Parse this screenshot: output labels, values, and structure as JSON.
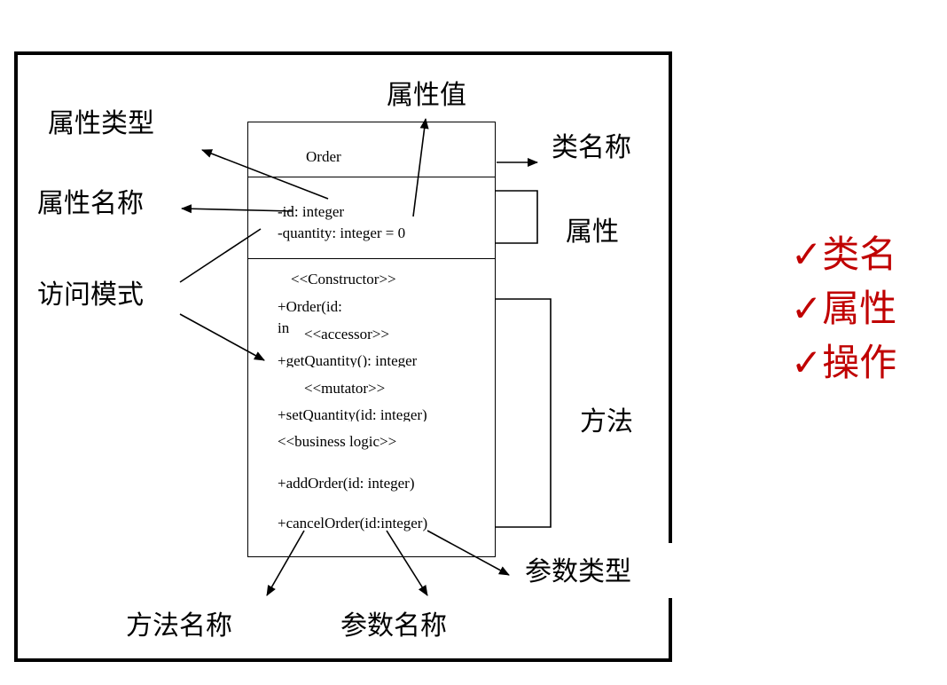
{
  "uml_class": {
    "class_name": "Order",
    "attributes": [
      "-id: integer",
      "-quantity: integer = 0"
    ],
    "operations": {
      "constructor_stereotype": "<<Constructor>>",
      "constructor_line1": "+Order(id:",
      "constructor_line2": "in",
      "accessor_stereotype": "<<accessor>>",
      "accessor_op": "+getQuantity(): integer",
      "mutator_stereotype": "<<mutator>>",
      "mutator_op": "+setQuantity(id: integer)",
      "business_stereotype": "<<business logic>>",
      "business_op1": "+addOrder(id: integer)",
      "business_op2": "+cancelOrder(id:integer)"
    }
  },
  "annotations": {
    "attribute_type": "属性类型",
    "attribute_value": "属性值",
    "class_name": "类名称",
    "attribute_name": "属性名称",
    "attributes": "属性",
    "access_mode": "访问模式",
    "methods": "方法",
    "parameter_type": "参数类型",
    "method_name": "方法名称",
    "parameter_name": "参数名称"
  },
  "checklist": [
    "✓类名",
    "✓属性",
    "✓操作"
  ],
  "colors": {
    "checklist": "#c00000",
    "lines": "#000000"
  }
}
